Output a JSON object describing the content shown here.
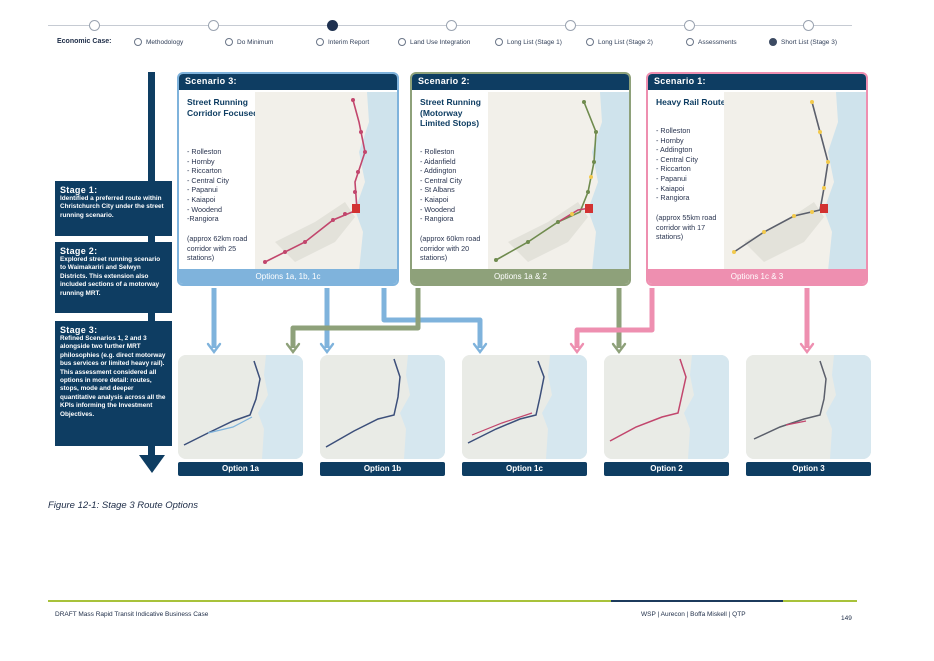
{
  "nav": {
    "lead_label": "Economic Case:",
    "items": [
      {
        "label": "Methodology",
        "state": "empty"
      },
      {
        "label": "Do Minimum",
        "state": "empty"
      },
      {
        "label": "Interim Report",
        "state": "empty"
      },
      {
        "label": "Land Use Integration",
        "state": "empty"
      },
      {
        "label": "Long List (Stage 1)",
        "state": "empty"
      },
      {
        "label": "Long List (Stage 2)",
        "state": "empty"
      },
      {
        "label": "Assessments",
        "state": "empty"
      },
      {
        "label": "Short List (Stage 3)",
        "state": "selected"
      }
    ],
    "active_node_index": 2
  },
  "stages": [
    {
      "title": "Stage 1:",
      "text": "Identified a preferred route within Christchurch City under the street running scenario."
    },
    {
      "title": "Stage 2:",
      "text": "Explored street running scenario to Waimakariri and Selwyn Districts. This extension also included sections of a motorway running MRT."
    },
    {
      "title": "Stage 3:",
      "text": "Refined Scenarios 1, 2 and 3 alongside two further MRT philosophies (e.g. direct motorway bus services or limited heavy rail). This assessment considered all options in more detail: routes, stops, mode and deeper quantitative analysis across all the KPIs informing the Investment Objectives."
    }
  ],
  "scenarios": [
    {
      "header": "Scenario 3:",
      "title": "Street Running Corridor Focused",
      "stops": [
        "- Rolleston",
        "- Hornby",
        "- Riccarton",
        "- Central City",
        "- Papanui",
        "- Kaiapoi",
        "- Woodend",
        "-Rangiora"
      ],
      "note": "(approx 62km road corridor with 25 stations)",
      "footer": "Options 1a, 1b, 1c",
      "color": "#7fb3dc"
    },
    {
      "header": "Scenario 2:",
      "title": "Street Running (Motorway Limited Stops)",
      "stops": [
        "- Rolleston",
        "- Aidanfield",
        "- Addington",
        "- Central City",
        "- St Albans",
        "- Kaiapoi",
        "- Woodend",
        "- Rangiora"
      ],
      "note": "(approx 60km road corridor with 20 stations)",
      "footer": "Options 1a & 2",
      "color": "#8ea17a"
    },
    {
      "header": "Scenario 1:",
      "title": "Heavy Rail Route",
      "stops": [
        "- Rolleston",
        "- Hornby",
        "- Addington",
        "- Central City",
        "- Riccarton",
        "- Papanui",
        "- Kaiapoi",
        "- Rangiora"
      ],
      "note": "(approx 55km road corridor with 17 stations)",
      "footer": "Options 1c & 3",
      "color": "#ee8fb0"
    }
  ],
  "options": [
    {
      "label": "Option 1a"
    },
    {
      "label": "Option 1b"
    },
    {
      "label": "Option 1c"
    },
    {
      "label": "Option 2"
    },
    {
      "label": "Option 3"
    }
  ],
  "colors": {
    "navy": "#0e3d62",
    "scenario_blue": "#7fb3dc",
    "scenario_green": "#8ea17a",
    "scenario_pink": "#ee8fb0",
    "footer_green": "#a8c23a",
    "footer_navy": "#1c3a5c"
  },
  "caption": "Figure 12-1: Stage 3 Route Options",
  "footer": {
    "left": "DRAFT Mass Rapid Transit Indicative Business Case",
    "right": "WSP | Aurecon | Boffa Miskell | QTP",
    "page": "149"
  }
}
